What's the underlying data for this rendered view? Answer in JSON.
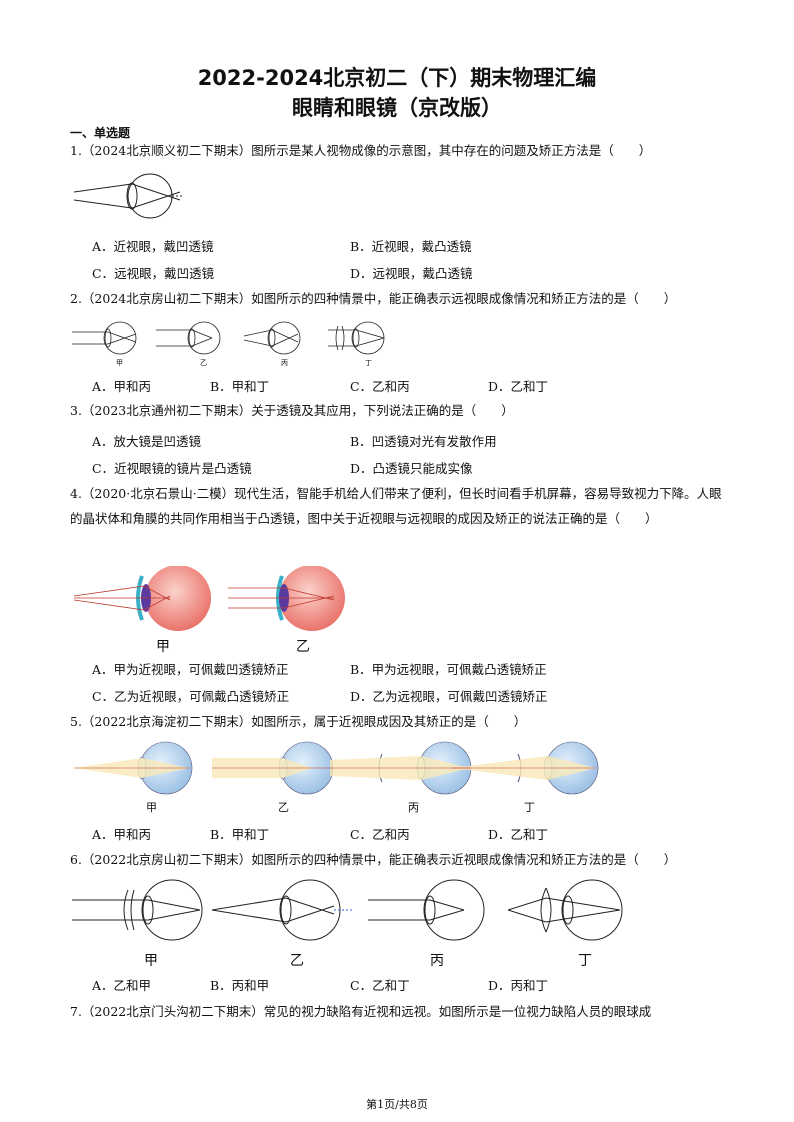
{
  "title_line1": "2022-2024北京初二（下）期末物理汇编",
  "title_line2": "眼睛和眼镜（京改版）",
  "section": "一、单选题",
  "q1": {
    "stem": "1.（2024北京顺义初二下期末）图所示是某人视物成像的示意图，其中存在的问题及矫正方法是（　　）",
    "A": "A．近视眼，戴凹透镜",
    "B": "B．近视眼，戴凸透镜",
    "C": "C．远视眼，戴凹透镜",
    "D": "D．远视眼，戴凸透镜"
  },
  "q2": {
    "stem": "2.（2024北京房山初二下期末）如图所示的四种情景中，能正确表示远视眼成像情况和矫正方法的是（　　）",
    "fig_labels": [
      "甲",
      "乙",
      "丙",
      "丁"
    ],
    "A": "A．甲和丙",
    "B": "B．甲和丁",
    "C": "C．乙和丙",
    "D": "D．乙和丁"
  },
  "q3": {
    "stem": "3.（2023北京通州初二下期末）关于透镜及其应用，下列说法正确的是（　　）",
    "A": "A．放大镜是凹透镜",
    "B": "B．凹透镜对光有发散作用",
    "C": "C．近视眼镜的镜片是凸透镜",
    "D": "D．凸透镜只能成实像"
  },
  "q4": {
    "stem": "4.（2020·北京石景山·二模）现代生活，智能手机给人们带来了便利，但长时间看手机屏幕，容易导致视力下降。人眼的晶状体和角膜的共同作用相当于凸透镜，图中关于近视眼与远视眼的成因及矫正的说法正确的是（　　）",
    "fig_labels": [
      "甲",
      "乙"
    ],
    "A": "A．甲为近视眼，可佩戴凹透镜矫正",
    "B": "B．甲为远视眼，可佩戴凸透镜矫正",
    "C": "C．乙为近视眼，可佩戴凸透镜矫正",
    "D": "D．乙为远视眼，可佩戴凹透镜矫正"
  },
  "q5": {
    "stem": "5.（2022北京海淀初二下期末）如图所示，属于近视眼成因及其矫正的是（　　）",
    "fig_labels": [
      "甲",
      "乙",
      "丙",
      "丁"
    ],
    "A": "A．甲和丙",
    "B": "B．甲和丁",
    "C": "C．乙和丙",
    "D": "D．乙和丁"
  },
  "q6": {
    "stem": "6.（2022北京房山初二下期末）如图所示的四种情景中，能正确表示近视眼成像情况和矫正方法的是（　　）",
    "fig_labels": [
      "甲",
      "乙",
      "丙",
      "丁"
    ],
    "A": "A．乙和甲",
    "B": "B．丙和甲",
    "C": "C．乙和丁",
    "D": "D．丙和丁"
  },
  "q7": {
    "stem": "7.（2022北京门头沟初二下期末）常见的视力缺陷有近视和远视。如图所示是一位视力缺陷人员的眼球成"
  },
  "footer": "第1页/共8页"
}
